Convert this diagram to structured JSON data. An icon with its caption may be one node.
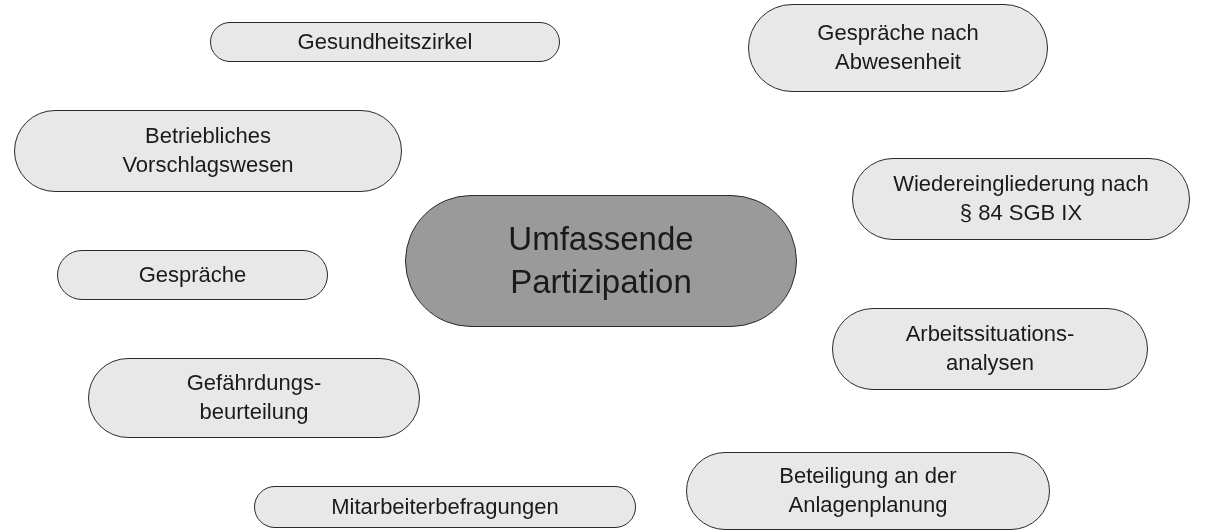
{
  "diagram": {
    "nodes": [
      {
        "text": [
          "Gesundheitszirkel"
        ]
      },
      {
        "text": [
          "Gespräche nach Abwesenheit"
        ]
      },
      {
        "text": [
          "Betriebliches Vorschlagswesen"
        ]
      },
      {
        "text": [
          "Wiedereingliederung nach § 84 SGB IX"
        ]
      },
      {
        "text": [
          "Umfassende Partizipation"
        ]
      },
      {
        "text": [
          "Gespräche"
        ]
      },
      {
        "text": [
          "Arbeitssituations- analysen"
        ]
      },
      {
        "text": [
          "Gefährdungs- beurteilung"
        ]
      },
      {
        "text": [
          "Beteiligung an der Anlagenplanung"
        ]
      },
      {
        "text": [
          "Mitarbeiterbefragungen"
        ]
      }
    ]
  }
}
